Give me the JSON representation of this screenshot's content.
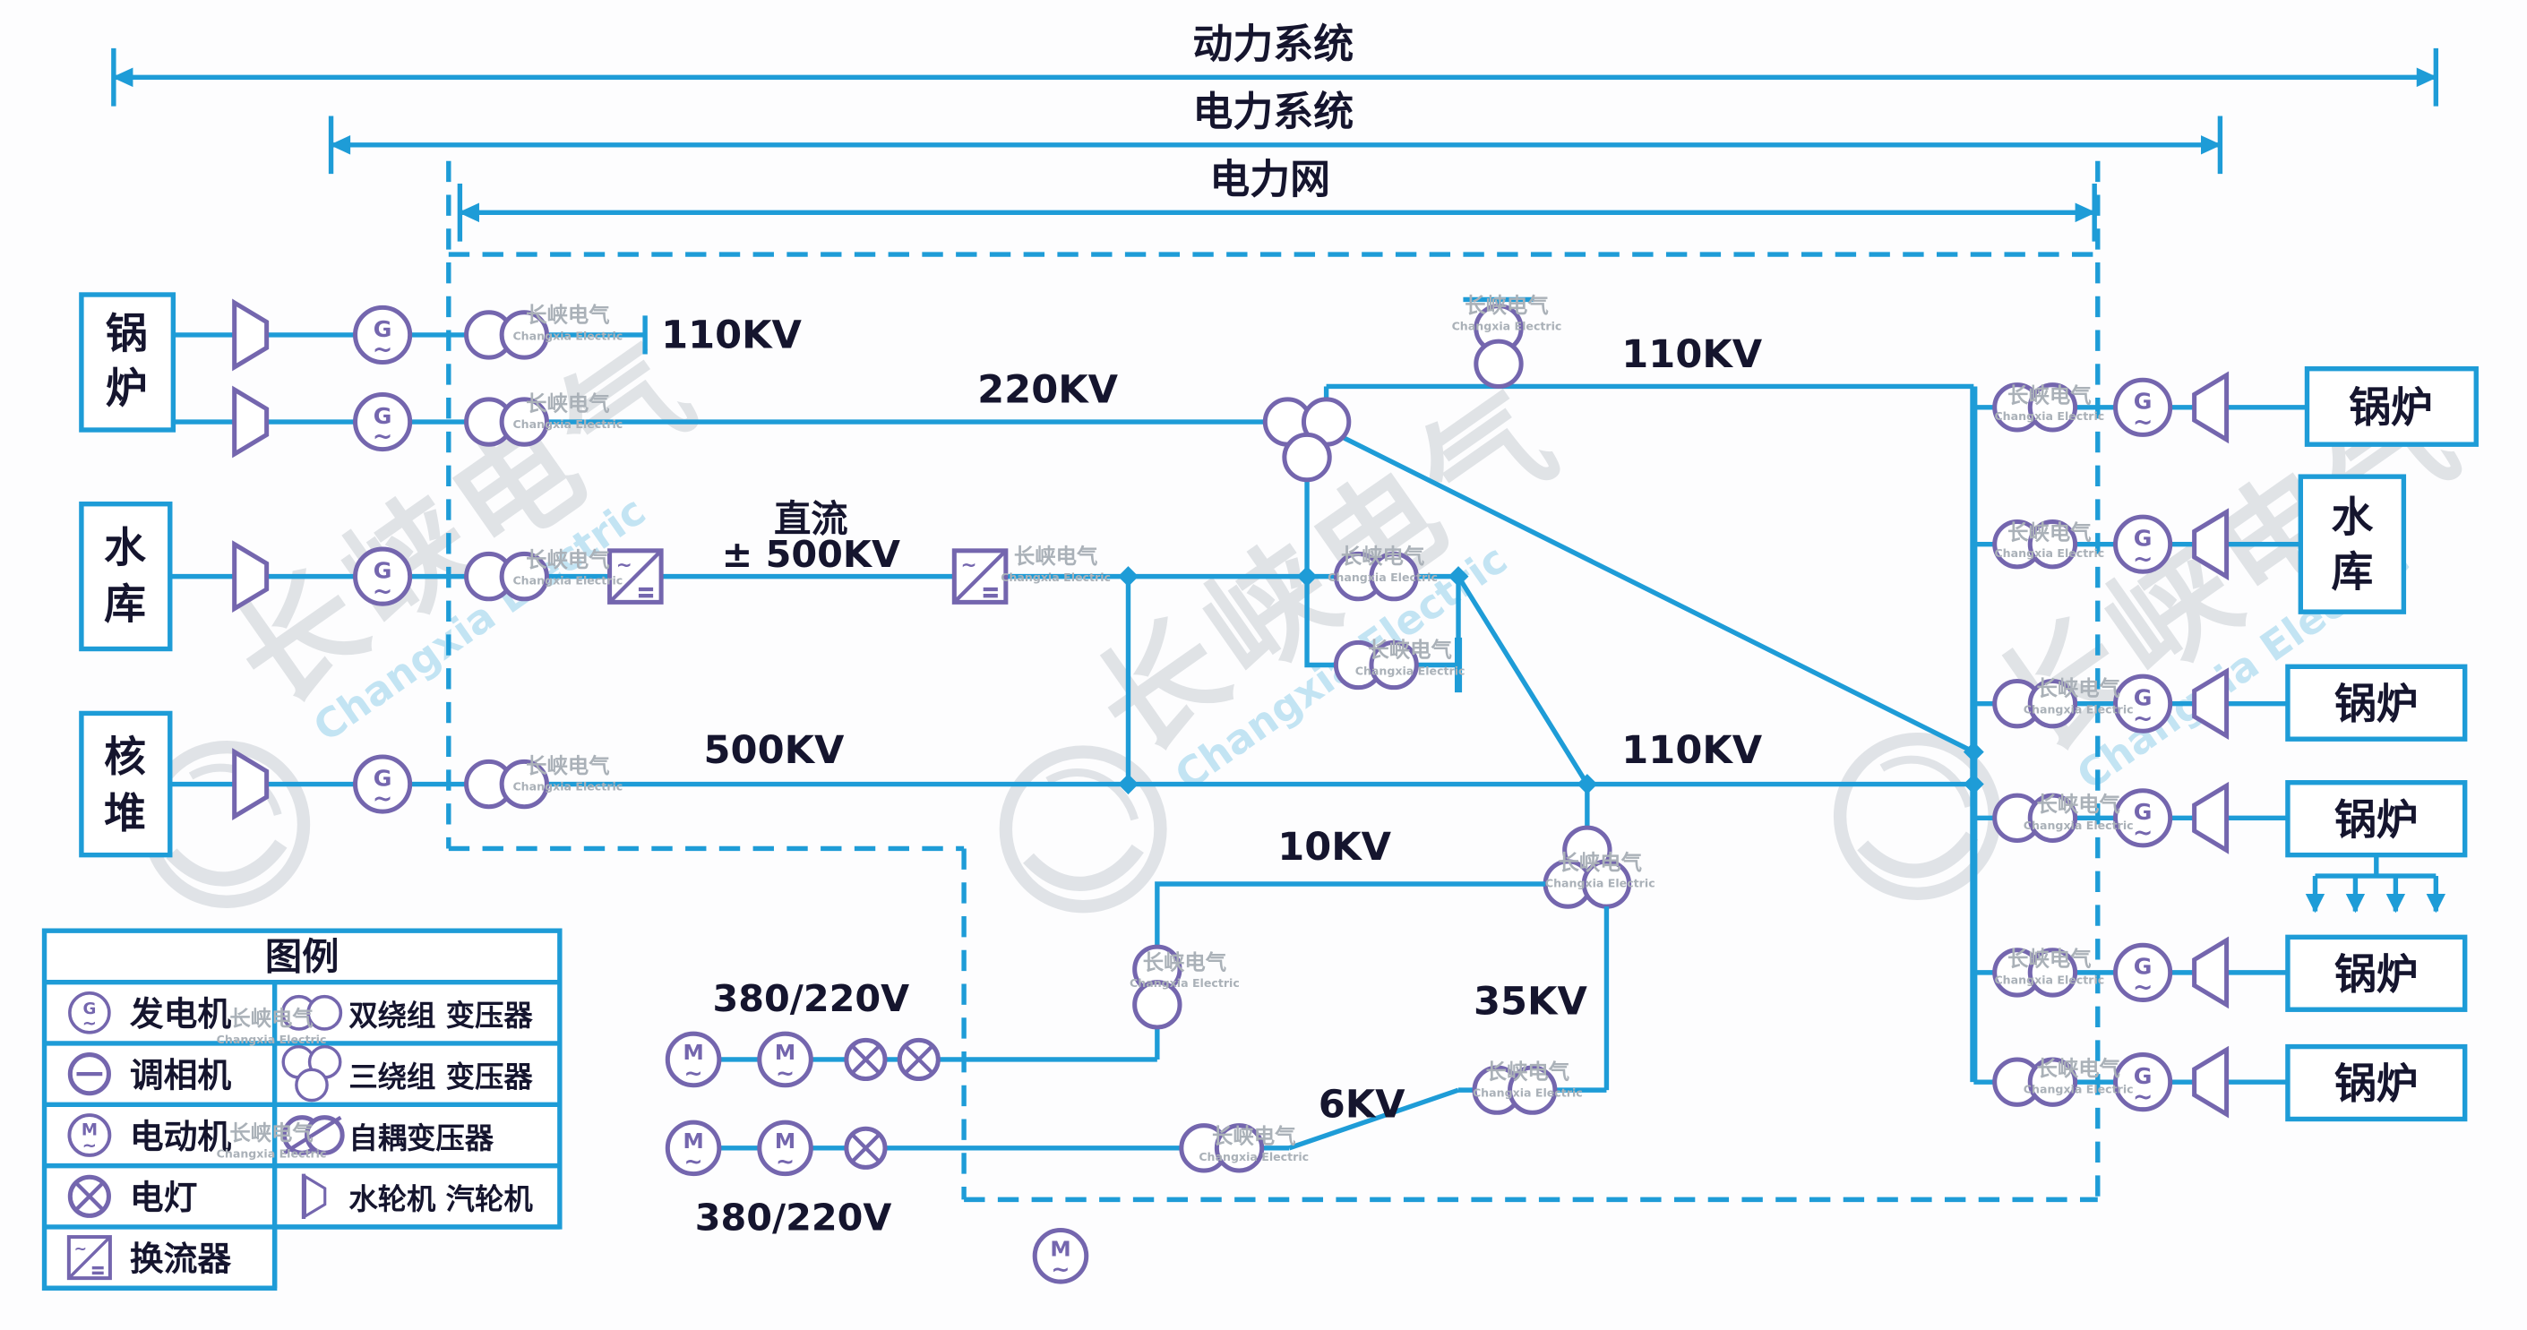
{
  "systems": {
    "dongli": "动力系统",
    "dianli": "电力系统",
    "dianwang": "电力网"
  },
  "voltages": {
    "v110_left": "110KV",
    "v220": "220KV",
    "v110_top": "110KV",
    "dc_label": "直流",
    "dc_value": "± 500KV",
    "v500": "500KV",
    "v110_mid": "110KV",
    "v10": "10KV",
    "v35": "35KV",
    "v6": "6KV",
    "v380_1": "380/220V",
    "v380_2": "380/220V"
  },
  "left_boxes": {
    "boiler": "锅炉",
    "reservoir": "水库",
    "reactor": "核堆"
  },
  "right_boxes": {
    "r1": "锅炉",
    "r2": "水库",
    "r3": "锅炉",
    "r4": "锅炉",
    "r5": "锅炉",
    "r6": "锅炉"
  },
  "legend": {
    "title": "图例",
    "generator": "发电机",
    "condenser": "调相机",
    "motor": "电动机",
    "lamp": "电灯",
    "converter": "换流器",
    "two_winding": "双绕组 变压器",
    "three_winding": "三绕组 变压器",
    "autotransformer": "自耦变压器",
    "turbine": "水轮机 汽轮机"
  },
  "glyphs": {
    "g": "G",
    "m": "M",
    "tilde": "~"
  },
  "watermark": {
    "cn": "长峡电气",
    "en": "Changxia Electric"
  }
}
